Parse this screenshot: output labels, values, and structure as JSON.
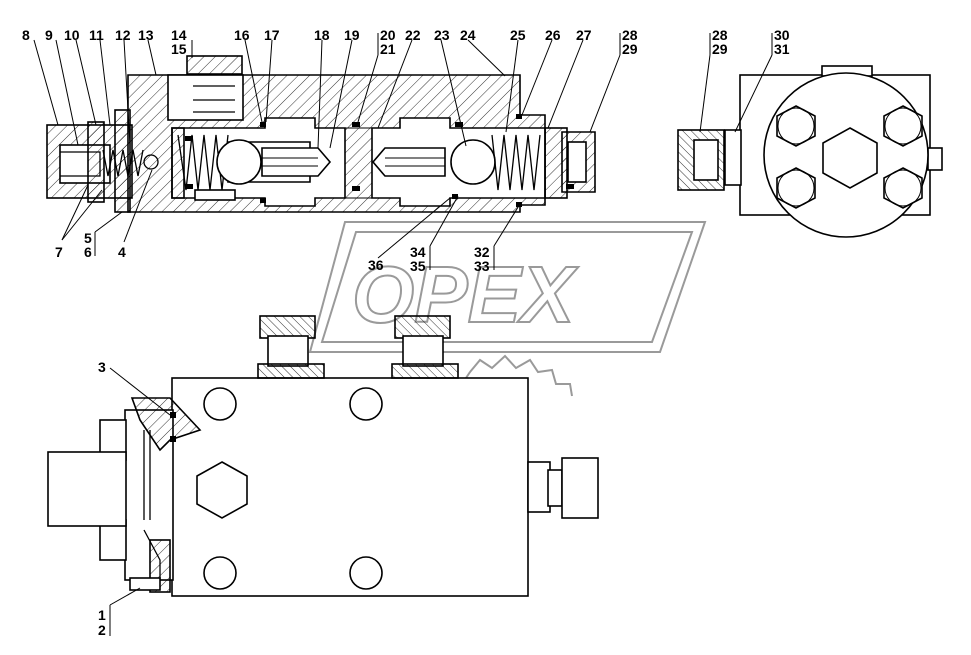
{
  "drawing": {
    "watermark_text": "OPEX",
    "callouts_top": [
      "8",
      "9",
      "10",
      "11",
      "12",
      "13",
      "14",
      "15",
      "16",
      "17",
      "18",
      "19",
      "20",
      "21",
      "22",
      "23",
      "24",
      "25",
      "26",
      "27",
      "28",
      "29"
    ],
    "callouts_side": [
      "28",
      "29",
      "30",
      "31"
    ],
    "callouts_bottom_of_section": [
      "7",
      "5",
      "6",
      "4",
      "36",
      "34",
      "35",
      "32",
      "33"
    ],
    "callouts_lower_view": [
      "3",
      "1",
      "2"
    ]
  }
}
